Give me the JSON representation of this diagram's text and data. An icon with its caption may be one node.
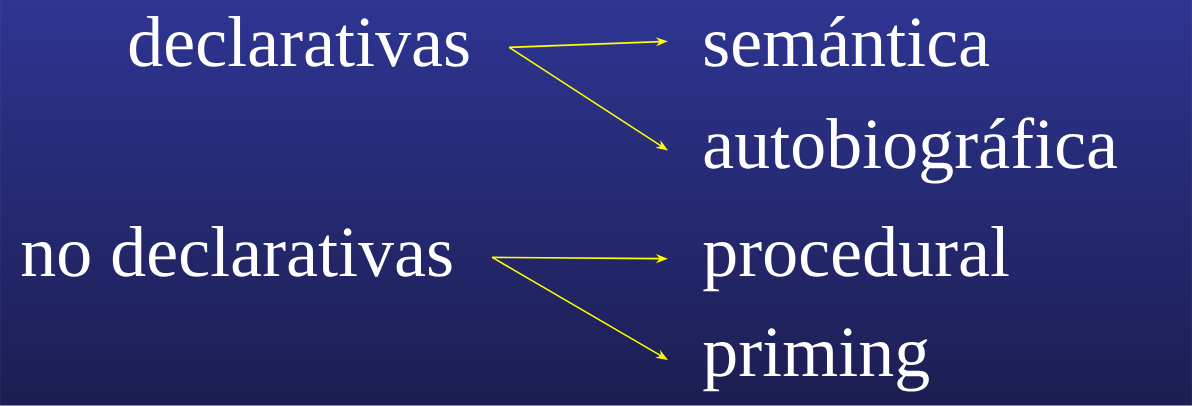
{
  "diagram": {
    "nodes": [
      {
        "text": [
          "declarativas"
        ]
      },
      {
        "text": [
          "semántica"
        ]
      },
      {
        "text": [
          "autobiográfica"
        ]
      },
      {
        "text": [
          "no declarativas"
        ]
      },
      {
        "text": [
          "procedural"
        ]
      },
      {
        "text": [
          "priming"
        ]
      }
    ],
    "edges": [
      {
        "from": 0,
        "to": 1,
        "arrow": "to"
      },
      {
        "from": 0,
        "to": 2,
        "arrow": "to"
      },
      {
        "from": 3,
        "to": 4,
        "arrow": "to"
      },
      {
        "from": 3,
        "to": 5,
        "arrow": "to"
      }
    ]
  }
}
